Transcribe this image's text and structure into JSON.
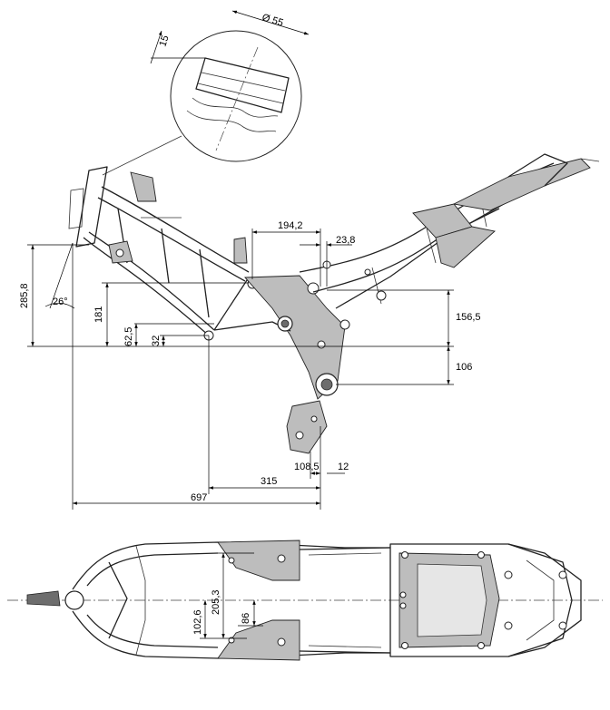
{
  "side_view": {
    "diameter": "Ø 55",
    "tube_offset": "15",
    "angle": "26°",
    "dims": {
      "d194": "194,2",
      "d23": "23,8",
      "d285": "285,8",
      "d181": "181",
      "d62": "62,5",
      "d32": "32",
      "d156": "156,5",
      "d106": "106",
      "d108": "108,5",
      "d12": "12",
      "d315": "315",
      "d697": "697"
    }
  },
  "top_view": {
    "dims": {
      "d205": "205,3",
      "d102": "102,6",
      "d86": "86"
    }
  }
}
